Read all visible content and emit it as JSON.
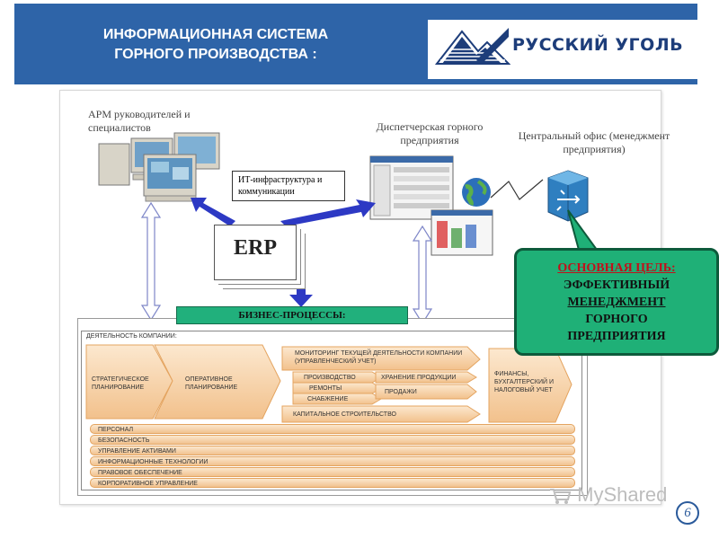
{
  "header": {
    "title_line1": "ИНФОРМАЦИОННАЯ СИСТЕМА",
    "title_line2": "ГОРНОГО ПРОИЗВОДСТВА :",
    "logo_text": "РУССКИЙ УГОЛЬ",
    "bg_color": "#2e64a8"
  },
  "nodes": {
    "arm_label": "АРМ руководителей и специалистов",
    "dispatch_label": "Диспетчерская горного предприятия",
    "office_label": "Центральный офис (менеджмент предприятия)",
    "it_infra": "ИТ-инфраструктура и коммуникации",
    "erp": "ERP",
    "business_processes": "БИЗНЕС-ПРОЦЕССЫ:"
  },
  "goal": {
    "title": "ОСНОВНАЯ ЦЕЛЬ:",
    "line1": "ЭФФЕКТИВНЫЙ",
    "line2": "МЕНЕДЖМЕНТ",
    "line3": "ГОРНОГО",
    "line4": "ПРЕДПРИЯТИЯ"
  },
  "processes": {
    "section_label": "ДЕЯТЕЛЬНОСТЬ КОМПАНИИ:",
    "strategic": "СТРАТЕГИЧЕСКОЕ ПЛАНИРОВАНИЕ",
    "operative": "ОПЕРАТИВНОЕ ПЛАНИРОВАНИЕ",
    "monitoring": "МОНИТОРИНГ ТЕКУЩЕЙ ДЕЯТЕЛЬНОСТИ КОМПАНИИ (УПРАВЛЕНЧЕСКИЙ УЧЕТ)",
    "production": "ПРОИЗВОДСТВО",
    "repairs": "РЕМОНТЫ",
    "supply": "СНАБЖЕНИЕ",
    "storage": "ХРАНЕНИЕ ПРОДУКЦИИ",
    "sales": "ПРОДАЖИ",
    "capital": "КАПИТАЛЬНОЕ СТРОИТЕЛЬСТВО",
    "finance": "ФИНАНСЫ, БУХГАЛТЕРСКИЙ И НАЛОГОВЫЙ УЧЕТ",
    "bars": [
      "ПЕРСОНАЛ",
      "БЕЗОПАСНОСТЬ",
      "УПРАВЛЕНИЕ АКТИВАМИ",
      "ИНФОРМАЦИОННЫЕ ТЕХНОЛОГИИ",
      "ПРАВОВОЕ ОБЕСПЕЧЕНИЕ",
      "КОРПОРАТИВНОЕ УПРАВЛЕНИЕ"
    ]
  },
  "footer": {
    "watermark": "MyShared",
    "page_number": "6"
  }
}
